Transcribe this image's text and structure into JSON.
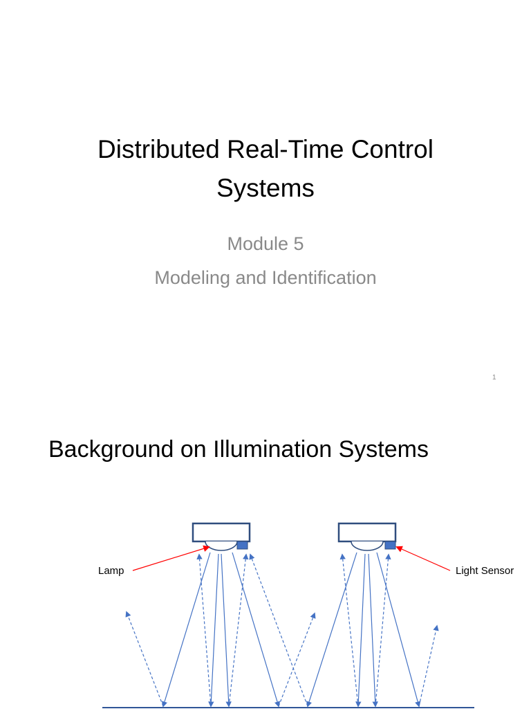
{
  "slide1": {
    "title_line1": "Distributed Real-Time Control",
    "title_line2": "Systems",
    "module": "Module 5",
    "subtitle": "Modeling and Identification",
    "page_number": "1"
  },
  "slide2": {
    "title": "Background on Illumination Systems",
    "labels": {
      "lamp": "Lamp",
      "light_sensor": "Light Sensor"
    },
    "colors": {
      "fixture_stroke": "#2F4D7E",
      "sensor_fill": "#4472C4",
      "ray": "#4472C4",
      "pointer": "#FF0000",
      "floor": "#2F5597"
    }
  }
}
